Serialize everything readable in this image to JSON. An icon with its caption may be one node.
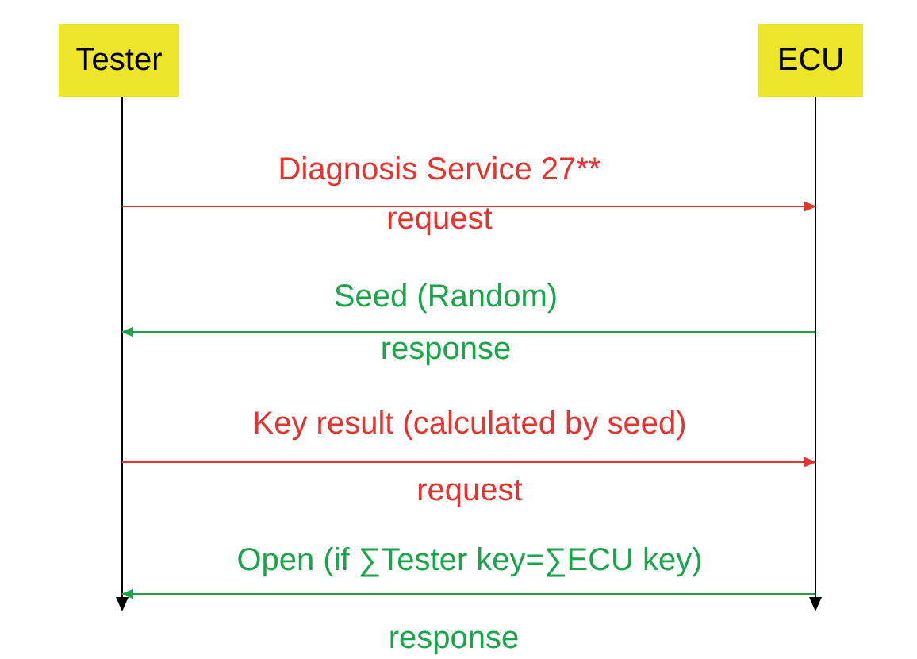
{
  "diagram": {
    "nodes": [
      {
        "text": [
          "Tester"
        ]
      },
      {
        "text": [
          "ECU"
        ]
      }
    ],
    "edges": [
      {
        "from": 0,
        "to": 1,
        "arrow": "to",
        "label": "Diagnosis Service 27**",
        "color": "#e3342f"
      },
      {
        "from": 1,
        "to": 0,
        "arrow": "to",
        "label": "Seed (Random)",
        "color": "#1aa54a"
      },
      {
        "from": 0,
        "to": 1,
        "arrow": "to",
        "label": "Key result (calculated by seed)",
        "color": "#e3342f"
      },
      {
        "from": 1,
        "to": 0,
        "arrow": "to",
        "label": "Open (if ∑Tester key=∑ECU key)",
        "color": "#1aa54a"
      }
    ],
    "labels": [
      "request",
      "response",
      "request",
      "response"
    ]
  }
}
